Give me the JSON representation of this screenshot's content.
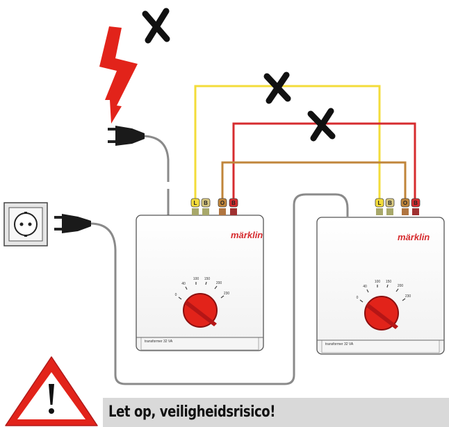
{
  "warning": {
    "title": "Let op, veiligheidsrisico!",
    "icon": "warning-triangle-icon",
    "accent": "#e2231a"
  },
  "transformers": [
    {
      "brand": "märklin",
      "label": "transformer 32 VA",
      "dial_ticks": [
        "0",
        "40",
        "100",
        "150",
        "200",
        "230"
      ]
    },
    {
      "brand": "märklin",
      "label": "transformer 32 VA",
      "dial_ticks": [
        "0",
        "40",
        "100",
        "150",
        "200",
        "230"
      ]
    }
  ],
  "terminals": [
    "L",
    "B",
    "O",
    "B"
  ],
  "colors": {
    "yellow_wire": "#f3dc3a",
    "red_wire": "#d62b2e",
    "brown_wire": "#c0853a",
    "lightning": "#e2231a",
    "cross": "#111111",
    "cable": "#8a8a8a"
  }
}
